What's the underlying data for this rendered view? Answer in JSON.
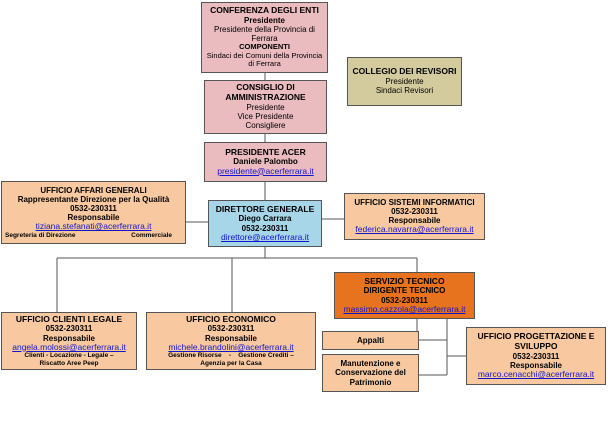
{
  "conferenza": {
    "title": "CONFERENZA DEGLI ENTI",
    "role1": "Presidente",
    "line1": "Presidente della Provincia di Ferrara",
    "role2": "COMPONENTI",
    "line2": "Sindaci dei Comuni della Provincia di Ferrara"
  },
  "collegio": {
    "title": "COLLEGIO DEI REVISORI",
    "line1": "Presidente",
    "line2": "Sindaci Revisori"
  },
  "consiglio": {
    "title": "CONSIGLIO DI AMMINISTRAZIONE",
    "line1": "Presidente",
    "line2": "Vice Presidente",
    "line3": "Consigliere"
  },
  "presidente": {
    "title": "PRESIDENTE ACER",
    "name": "Daniele Palombo",
    "email": "presidente@acerferrara.it"
  },
  "affari": {
    "title": "UFFICIO AFFARI GENERALI",
    "line1": "Rappresentante Direzione per la Qualità",
    "phone": "0532-230311",
    "role": "Responsabile",
    "email": "tiziana.stefanati@acerferrara.it",
    "left": "Segreteria di Direzione",
    "right": "Commerciale"
  },
  "direttore": {
    "title": "DIRETTORE GENERALE",
    "name": "Diego Carrara",
    "phone": "0532-230311",
    "email": "direttore@acerferrara.it"
  },
  "sistemi": {
    "title": "UFFICIO SISTEMI INFORMATICI",
    "phone": "0532-230311",
    "role": "Responsabile",
    "email": "federica.navarra@acerferrara.it"
  },
  "servizio": {
    "title": "SERVIZIO TECNICO",
    "line1": "DIRIGENTE TECNICO",
    "phone": "0532-230311",
    "email": "massimo.cazzola@acerferrara.it"
  },
  "clienti": {
    "title": "UFFICIO CLIENTI LEGALE",
    "phone": "0532-230311",
    "role": "Responsabile",
    "email": "angela.molossi@acerferrara.it",
    "note1": "Clienti  -  Locazione  -  Legale –",
    "note2": "Riscatto Aree Peep"
  },
  "economico": {
    "title": "UFFICIO ECONOMICO",
    "phone": "0532-230311",
    "role": "Responsabile",
    "email": "michele.brandolini@acerferrara.it",
    "note_left": "Gestione Risorse",
    "note_sep": "-",
    "note_right": "Gestione Crediti –",
    "note2": "Agenzia per la Casa"
  },
  "appalti": {
    "title": "Appalti"
  },
  "manutenzione": {
    "line1": "Manutenzione e",
    "line2": "Conservazione del",
    "line3": "Patrimonio"
  },
  "progettazione": {
    "title": "UFFICIO PROGETTAZIONE E SVILUPPO",
    "phone": "0532-230311",
    "role": "Responsabile",
    "email": "marco.cenacchi@acerferrara.it"
  }
}
